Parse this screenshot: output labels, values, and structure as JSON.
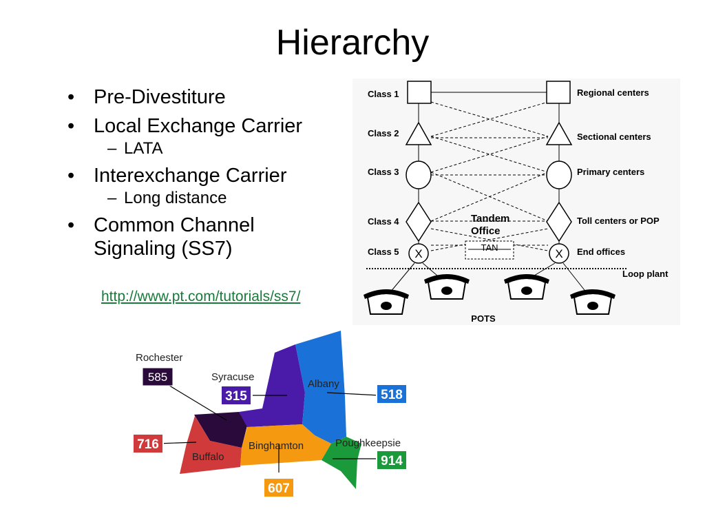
{
  "slide": {
    "title": "Hierarchy",
    "bullets": [
      {
        "text": "Pre-Divestiture"
      },
      {
        "text": "Local Exchange Carrier",
        "sub": "LATA"
      },
      {
        "text": "Interexchange Carrier",
        "sub": "Long distance"
      },
      {
        "text": "Common Channel Signaling (SS7)"
      }
    ],
    "link": "http://www.pt.com/tutorials/ss7/"
  },
  "diagram": {
    "classes": [
      "Class 1",
      "Class 2",
      "Class 3",
      "Class 4",
      "Class 5"
    ],
    "levels": [
      "Regional centers",
      "Sectional centers",
      "Primary centers",
      "Toll centers or POP",
      "End offices"
    ],
    "tandem_line1": "Tandem",
    "tandem_line2": "Office",
    "tan": "TAN",
    "loop_plant": "Loop plant",
    "pots": "POTS",
    "switch_mark": "X"
  },
  "map": {
    "regions": {
      "rochester": {
        "name": "Rochester",
        "code": "585",
        "color": "#2a0a3a"
      },
      "syracuse": {
        "name": "Syracuse",
        "code": "315",
        "color": "#4a1aa8"
      },
      "albany": {
        "name": "Albany",
        "code": "518",
        "color": "#1a72d8"
      },
      "buffalo": {
        "name": "Buffalo",
        "code": "716",
        "color": "#d03a3a"
      },
      "binghamton": {
        "name": "Binghamton",
        "code": "607",
        "color": "#f59a10"
      },
      "poughkeepsie": {
        "name": "Poughkeepsie",
        "code": "914",
        "color": "#1a9a3a"
      }
    }
  }
}
